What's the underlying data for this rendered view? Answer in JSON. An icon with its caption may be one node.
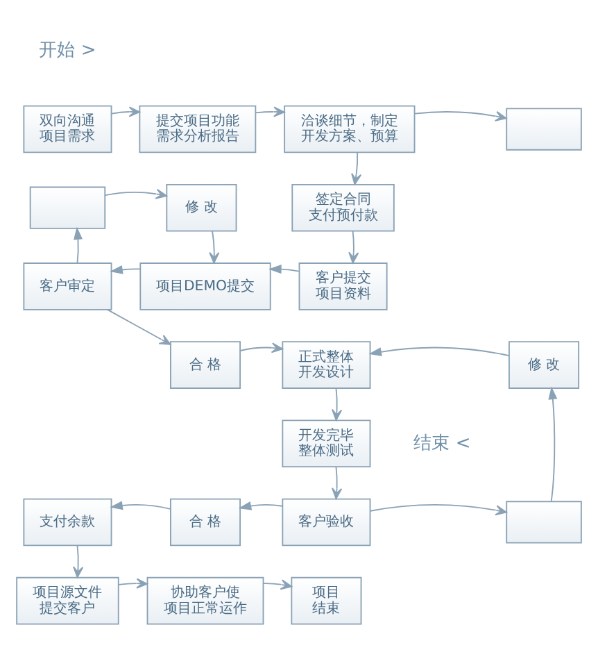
{
  "diagram": {
    "nodes": [
      {
        "text": [
          "双向沟通项目需求"
        ]
      },
      {
        "text": [
          "提交项目功能需求分析报告"
        ]
      },
      {
        "text": [
          "洽谈细节，制定开发方案、预算"
        ]
      },
      {
        "text": [],
        "shape": "box"
      },
      {
        "text": [],
        "shape": "box"
      },
      {
        "text": [
          "修 改"
        ]
      },
      {
        "text": [
          "签定合同支付预付款"
        ]
      },
      {
        "text": [
          "客户审定"
        ]
      },
      {
        "text": [
          "项目DEMO提交"
        ]
      },
      {
        "text": [
          "客户提交项目资料"
        ]
      },
      {
        "text": [
          "合 格"
        ]
      },
      {
        "text": [
          "正式整体开发设计"
        ]
      },
      {
        "text": [
          "修 改"
        ]
      },
      {
        "text": [
          "开发完毕整体测试"
        ]
      },
      {
        "text": [
          "支付余款"
        ]
      },
      {
        "text": [
          "合 格"
        ]
      },
      {
        "text": [
          "客户验收"
        ]
      },
      {
        "text": [],
        "shape": "box"
      },
      {
        "text": [
          "项目源文件提交客户"
        ]
      },
      {
        "text": [
          "协助客户使项目正常运作"
        ]
      },
      {
        "text": [
          "项目结束"
        ]
      }
    ],
    "edges": [
      {
        "from": 0,
        "to": 1,
        "arrow": "to"
      },
      {
        "from": 1,
        "to": 2,
        "arrow": "to"
      },
      {
        "from": 2,
        "to": 3,
        "arrow": "to"
      },
      {
        "from": 2,
        "to": 6,
        "arrow": "to"
      },
      {
        "from": 4,
        "to": 5,
        "arrow": "to"
      },
      {
        "from": 5,
        "to": 8,
        "arrow": "to"
      },
      {
        "from": 6,
        "to": 9,
        "arrow": "to"
      },
      {
        "from": 9,
        "to": 8,
        "arrow": "to"
      },
      {
        "from": 8,
        "to": 7,
        "arrow": "to"
      },
      {
        "from": 7,
        "to": 4,
        "arrow": "to"
      },
      {
        "from": 7,
        "to": 10,
        "arrow": "to"
      },
      {
        "from": 10,
        "to": 11,
        "arrow": "to"
      },
      {
        "from": 12,
        "to": 11,
        "arrow": "to"
      },
      {
        "from": 11,
        "to": 13,
        "arrow": "to"
      },
      {
        "from": 13,
        "to": 16,
        "arrow": "to"
      },
      {
        "from": 16,
        "to": 15,
        "arrow": "to"
      },
      {
        "from": 15,
        "to": 14,
        "arrow": "to"
      },
      {
        "from": 16,
        "to": 17,
        "arrow": "to"
      },
      {
        "from": 17,
        "to": 12,
        "arrow": "to"
      },
      {
        "from": 14,
        "to": 18,
        "arrow": "to"
      },
      {
        "from": 18,
        "to": 19,
        "arrow": "to"
      },
      {
        "from": 19,
        "to": 20,
        "arrow": "to"
      }
    ],
    "labels": [
      "开始 >",
      "结束 <"
    ]
  }
}
